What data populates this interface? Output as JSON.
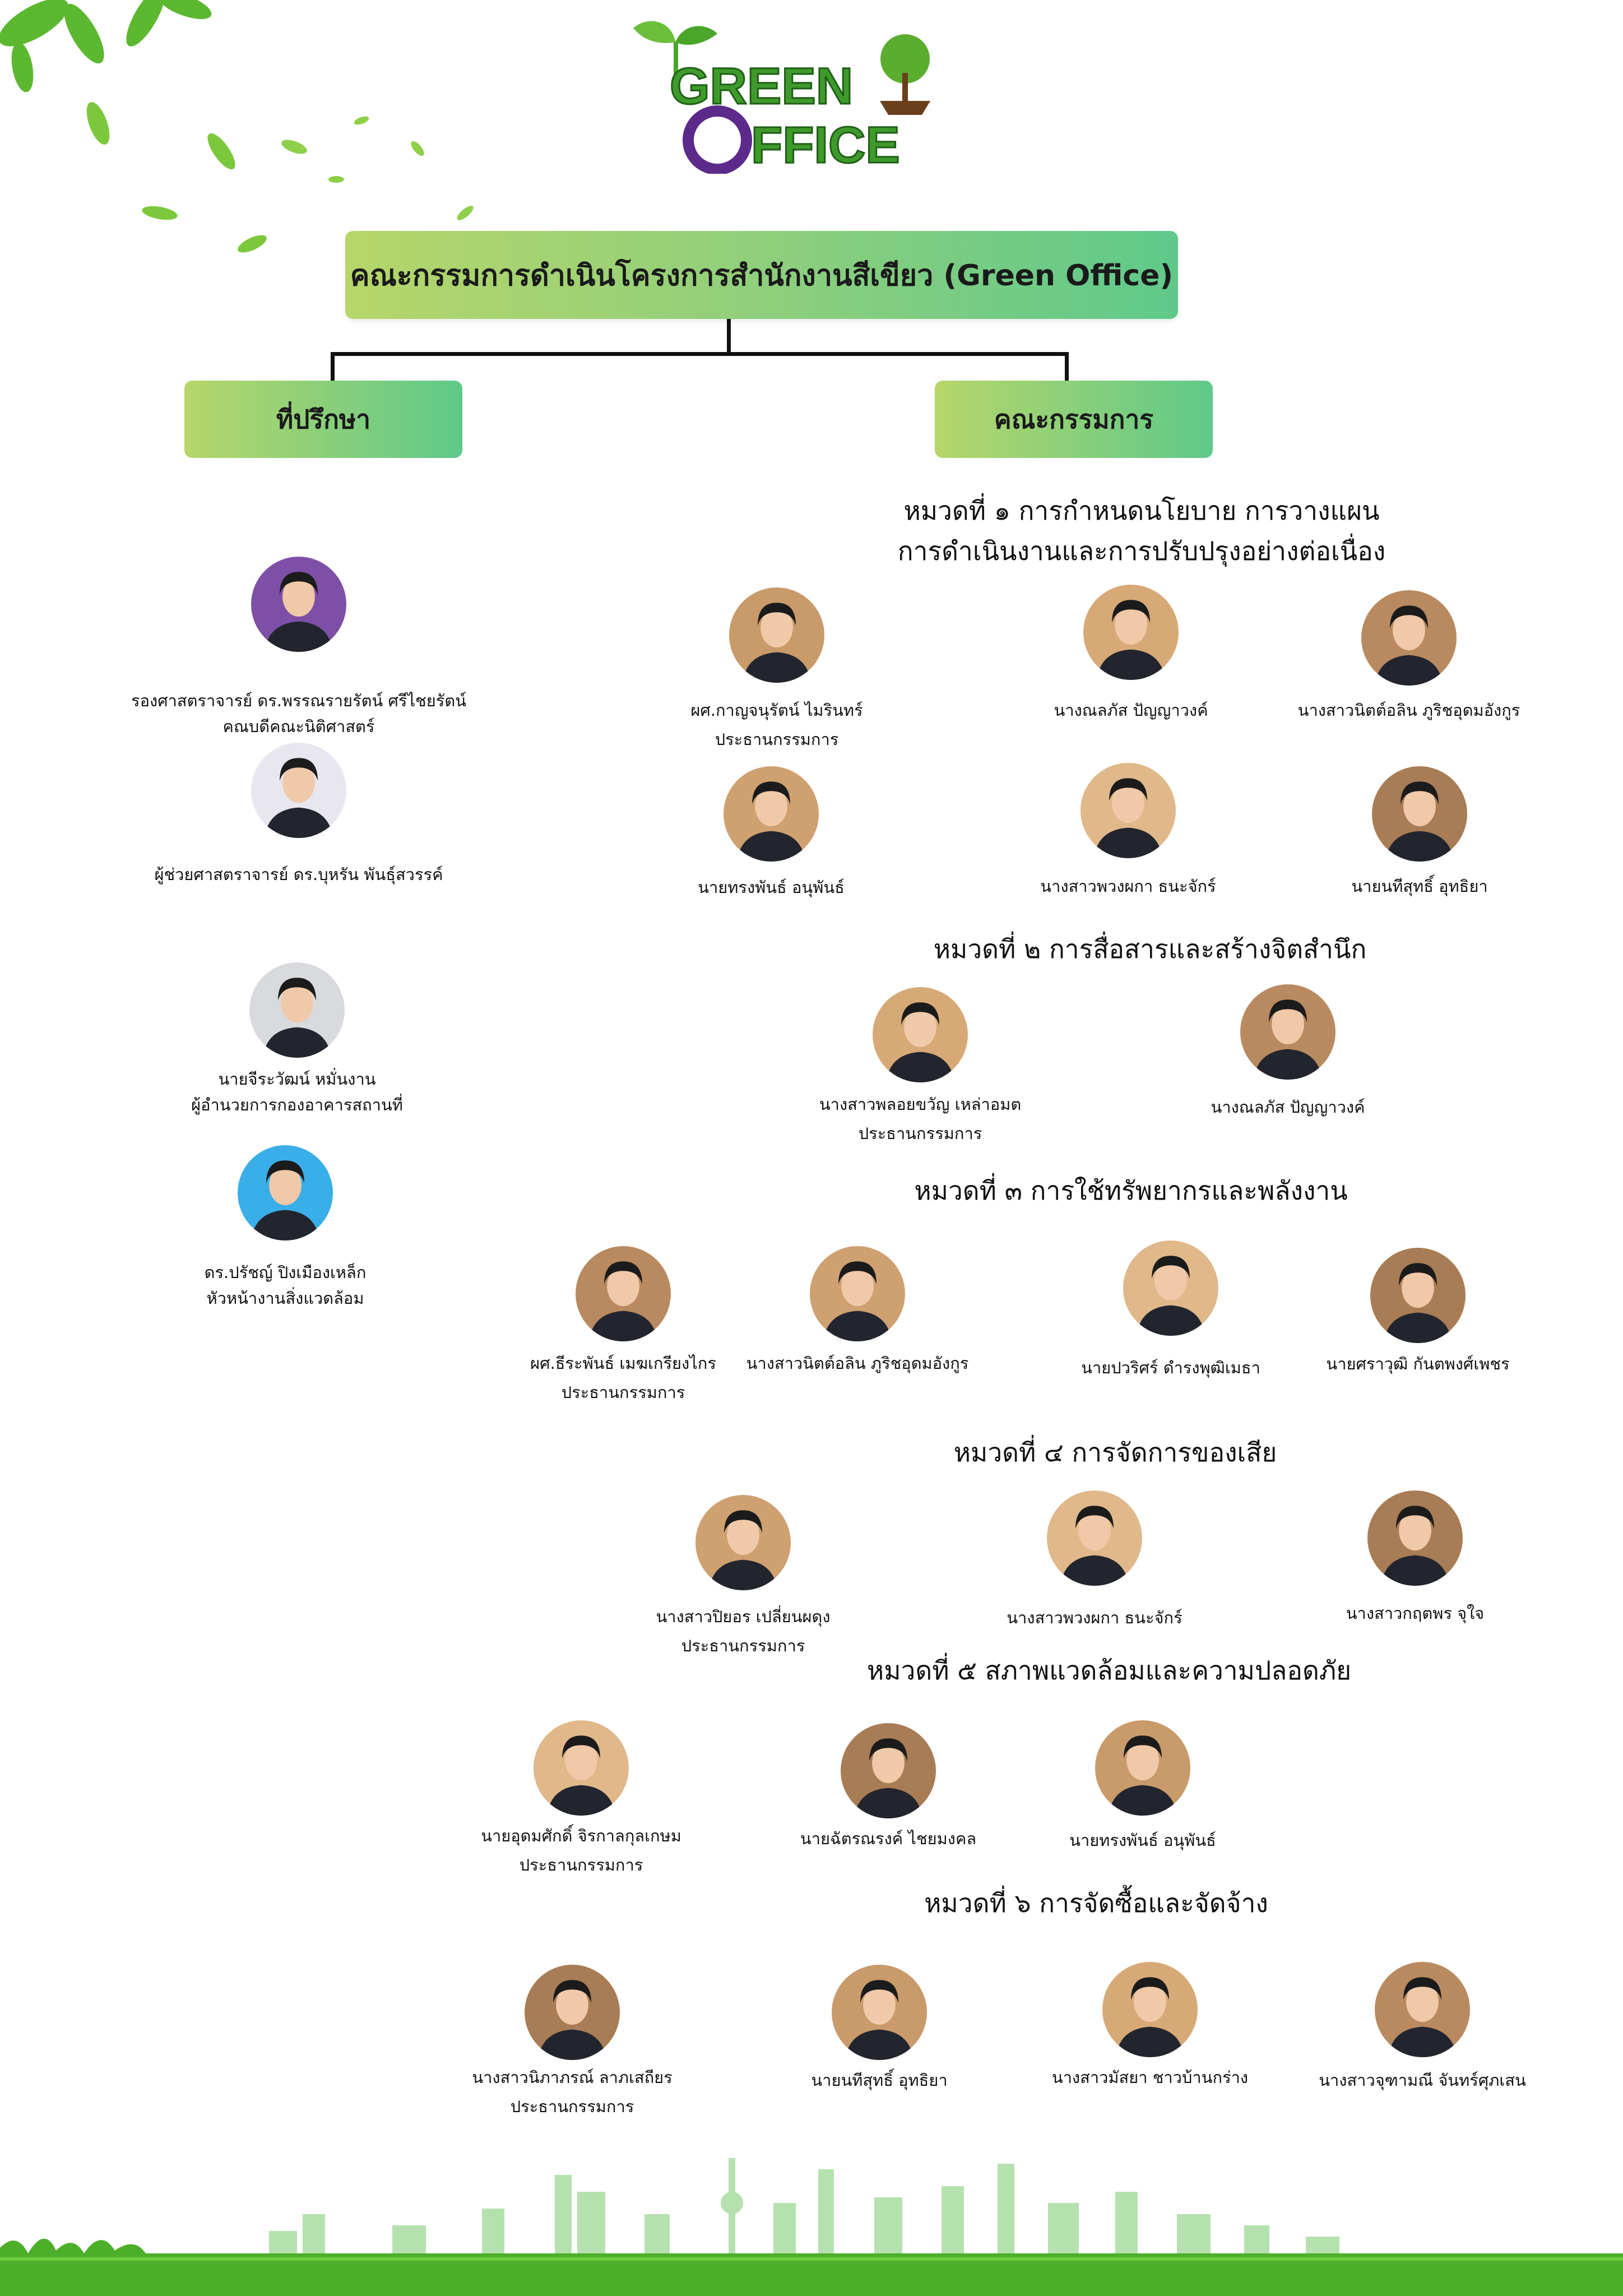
{
  "logo": {
    "line1": "GREEN",
    "line2": "OFFICE"
  },
  "title": "คณะกรรมการดำเนินโครงการสำนักงานสีเขียว (Green Office)",
  "branches": {
    "advisors": "ที่ปรึกษา",
    "committee": "คณะกรรมการ"
  },
  "advisors": [
    {
      "name": "รองศาสตราจารย์ ดร.พรรณรายรัตน์ ศรีไชยรัตน์",
      "role": "คณบดีคณะนิติศาสตร์",
      "bg": "#7e4fa6"
    },
    {
      "name": "ผู้ช่วยศาสตราจารย์ ดร.บุหรัน พันธุ์สวรรค์",
      "role": "",
      "bg": "#e8e6ee"
    },
    {
      "name": "นายจีระวัฒน์ หมั่นงาน",
      "role": "ผู้อำนวยการกองอาคารสถานที่",
      "bg": "#d9dadd"
    },
    {
      "name": "ดร.ปรัชญ์ ปิงเมืองเหล็ก",
      "role": "หัวหน้างานสิ่งแวดล้อม",
      "bg": "#3aaee8"
    }
  ],
  "sections": [
    {
      "title": [
        "หมวดที่ ๑ การกำหนดนโยบาย การวางแผน",
        "การดำเนินงานและการปรับปรุงอย่างต่อเนื่อง"
      ],
      "members": [
        {
          "name": "ผศ.กาญจนุรัตน์ ไมรินทร์",
          "role": "ประธานกรรมการ"
        },
        {
          "name": "นางณลภัส ปัญญาวงค์",
          "role": ""
        },
        {
          "name": "นางสาวนิตต์อลิน ภูริชอุดมอังกูร",
          "role": ""
        },
        {
          "name": "นายทรงพันธ์ อนุพันธ์",
          "role": ""
        },
        {
          "name": "นางสาวพวงผกา ธนะจักร์",
          "role": ""
        },
        {
          "name": "นายนทีสุทธิ์ อุทธิยา",
          "role": ""
        }
      ]
    },
    {
      "title": [
        "หมวดที่ ๒ การสื่อสารและสร้างจิตสำนึก"
      ],
      "members": [
        {
          "name": "นางสาวพลอยขวัญ เหล่าอมต",
          "role": "ประธานกรรมการ"
        },
        {
          "name": "นางณลภัส ปัญญาวงค์",
          "role": ""
        }
      ]
    },
    {
      "title": [
        "หมวดที่ ๓ การใช้ทรัพยากรและพลังงาน"
      ],
      "members": [
        {
          "name": "ผศ.ธีระพันธ์ เมฆเกรียงไกร",
          "role": "ประธานกรรมการ"
        },
        {
          "name": "นางสาวนิตต์อลิน ภูริชอุดมอังกูร",
          "role": ""
        },
        {
          "name": "นายปวริศร์ ดำรงพุฒิเมธา",
          "role": ""
        },
        {
          "name": "นายศราวุฒิ กันตพงศ์เพชร",
          "role": ""
        }
      ]
    },
    {
      "title": [
        "หมวดที่ ๔ การจัดการของเสีย"
      ],
      "members": [
        {
          "name": "นางสาวปิยอร เปลี่ยนผดุง",
          "role": "ประธานกรรมการ"
        },
        {
          "name": "นางสาวพวงผกา ธนะจักร์",
          "role": ""
        },
        {
          "name": "นางสาวกฤตพร จุใจ",
          "role": ""
        }
      ]
    },
    {
      "title": [
        "หมวดที่ ๕ สภาพแวดล้อมและความปลอดภัย"
      ],
      "members": [
        {
          "name": "นายอุดมศักดิ์ จิรกาลกุลเกษม",
          "role": "ประธานกรรมการ"
        },
        {
          "name": "นายฉัตรณรงค์ ไชยมงคล",
          "role": ""
        },
        {
          "name": "นายทรงพันธ์ อนุพันธ์",
          "role": ""
        }
      ]
    },
    {
      "title": [
        "หมวดที่ ๖ การจัดซื้อและจัดจ้าง"
      ],
      "members": [
        {
          "name": "นางสาวนิภาภรณ์ ลาภเสถียร",
          "role": "ประธานกรรมการ"
        },
        {
          "name": "นายนทีสุทธิ์ อุทธิยา",
          "role": ""
        },
        {
          "name": "นางสาวมัสยา ชาวบ้านกร่าง",
          "role": ""
        },
        {
          "name": "นางสาวจุฑามณี จันทร์ศุภเสน",
          "role": ""
        }
      ]
    }
  ],
  "colors": {
    "banner_start": "#b6d66a",
    "banner_end": "#5fc98a",
    "logo_green": "#3f9a2c",
    "grass": "#4caf2a"
  }
}
